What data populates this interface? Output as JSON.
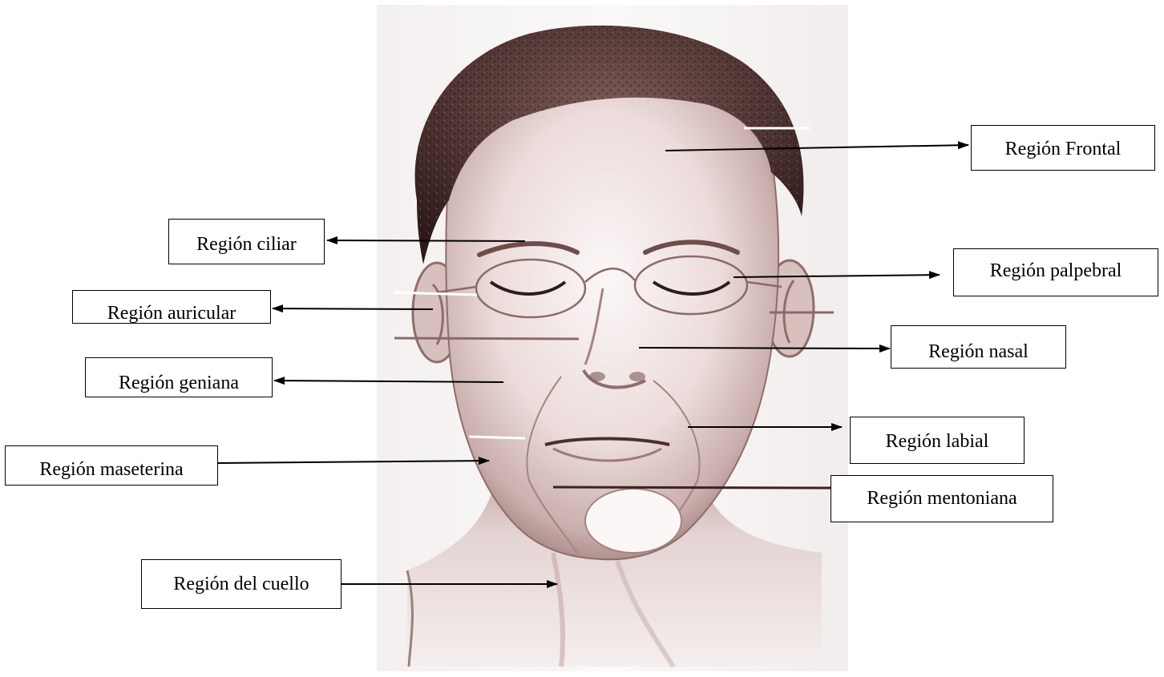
{
  "labels": {
    "frontal": "Región Frontal",
    "ciliar": "Región ciliar",
    "palpebral": "Región palpebral",
    "auricular": "Región auricular",
    "nasal": "Región nasal",
    "geniana": "Región geniana",
    "labial": "Región labial",
    "maseterina": "Región maseterina",
    "mentoniana": "Región mentoniana",
    "cuello": "Región del cuello"
  },
  "colors": {
    "skin_light": "#f3eaea",
    "skin_mid": "#c9b0ae",
    "skin_shadow": "#8e6e6b",
    "hair": "#4a2f2d",
    "line": "#000000"
  }
}
